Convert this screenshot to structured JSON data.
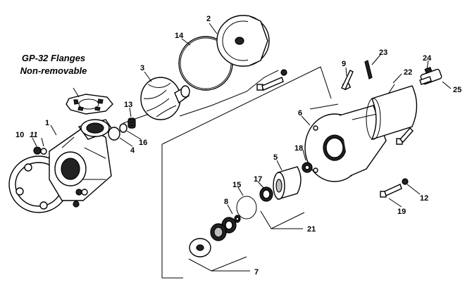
{
  "caption": {
    "line1": "GP-32 Flanges",
    "line2": "Non-removable"
  },
  "callouts": {
    "c1": "1",
    "c2": "2",
    "c3": "3",
    "c4": "4",
    "c5": "5",
    "c6": "6",
    "c7": "7",
    "c8": "8",
    "c9": "9",
    "c10": "10",
    "c11": "11",
    "c12": "12",
    "c13": "13",
    "c14": "14",
    "c15": "15",
    "c16": "16",
    "c17": "17",
    "c18": "18",
    "c19": "19",
    "c21": "21",
    "c22": "22",
    "c23": "23",
    "c24": "24",
    "c25": "25"
  }
}
